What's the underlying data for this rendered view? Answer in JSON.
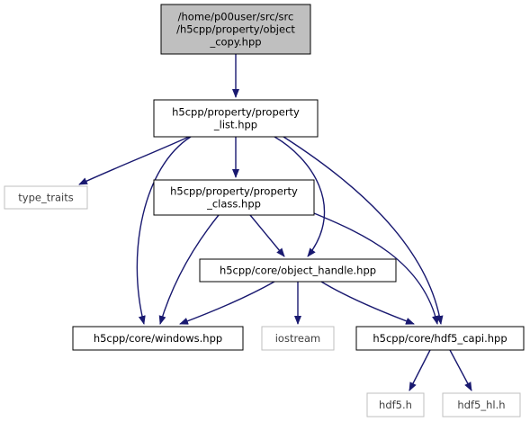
{
  "diagram": {
    "type": "include-dependency-graph",
    "colors": {
      "edge": "#191970",
      "focus_fill": "#bfbfbf",
      "box_border": "#000000",
      "external_border": "#bfbfbf",
      "text": "#000000"
    },
    "nodes": [
      {
        "id": "object_copy",
        "lines": [
          "/home/p00user/src/src",
          "/h5cpp/property/object",
          "_copy.hpp"
        ],
        "kind": "focus"
      },
      {
        "id": "property_list",
        "lines": [
          "h5cpp/property/property",
          "_list.hpp"
        ],
        "kind": "file"
      },
      {
        "id": "type_traits",
        "lines": [
          "type_traits"
        ],
        "kind": "external"
      },
      {
        "id": "property_class",
        "lines": [
          "h5cpp/property/property",
          "_class.hpp"
        ],
        "kind": "file"
      },
      {
        "id": "object_handle",
        "lines": [
          "h5cpp/core/object_handle.hpp"
        ],
        "kind": "file"
      },
      {
        "id": "windows",
        "lines": [
          "h5cpp/core/windows.hpp"
        ],
        "kind": "file"
      },
      {
        "id": "iostream",
        "lines": [
          "iostream"
        ],
        "kind": "external"
      },
      {
        "id": "hdf5_capi",
        "lines": [
          "h5cpp/core/hdf5_capi.hpp"
        ],
        "kind": "file"
      },
      {
        "id": "hdf5",
        "lines": [
          "hdf5.h"
        ],
        "kind": "external"
      },
      {
        "id": "hdf5_hl",
        "lines": [
          "hdf5_hl.h"
        ],
        "kind": "external"
      }
    ],
    "edges": [
      {
        "from": "object_copy",
        "to": "property_list"
      },
      {
        "from": "property_list",
        "to": "type_traits"
      },
      {
        "from": "property_list",
        "to": "property_class"
      },
      {
        "from": "property_list",
        "to": "windows"
      },
      {
        "from": "property_list",
        "to": "object_handle"
      },
      {
        "from": "property_list",
        "to": "hdf5_capi"
      },
      {
        "from": "property_class",
        "to": "object_handle"
      },
      {
        "from": "property_class",
        "to": "windows"
      },
      {
        "from": "property_class",
        "to": "hdf5_capi"
      },
      {
        "from": "object_handle",
        "to": "windows"
      },
      {
        "from": "object_handle",
        "to": "iostream"
      },
      {
        "from": "object_handle",
        "to": "hdf5_capi"
      },
      {
        "from": "hdf5_capi",
        "to": "hdf5"
      },
      {
        "from": "hdf5_capi",
        "to": "hdf5_hl"
      }
    ]
  }
}
